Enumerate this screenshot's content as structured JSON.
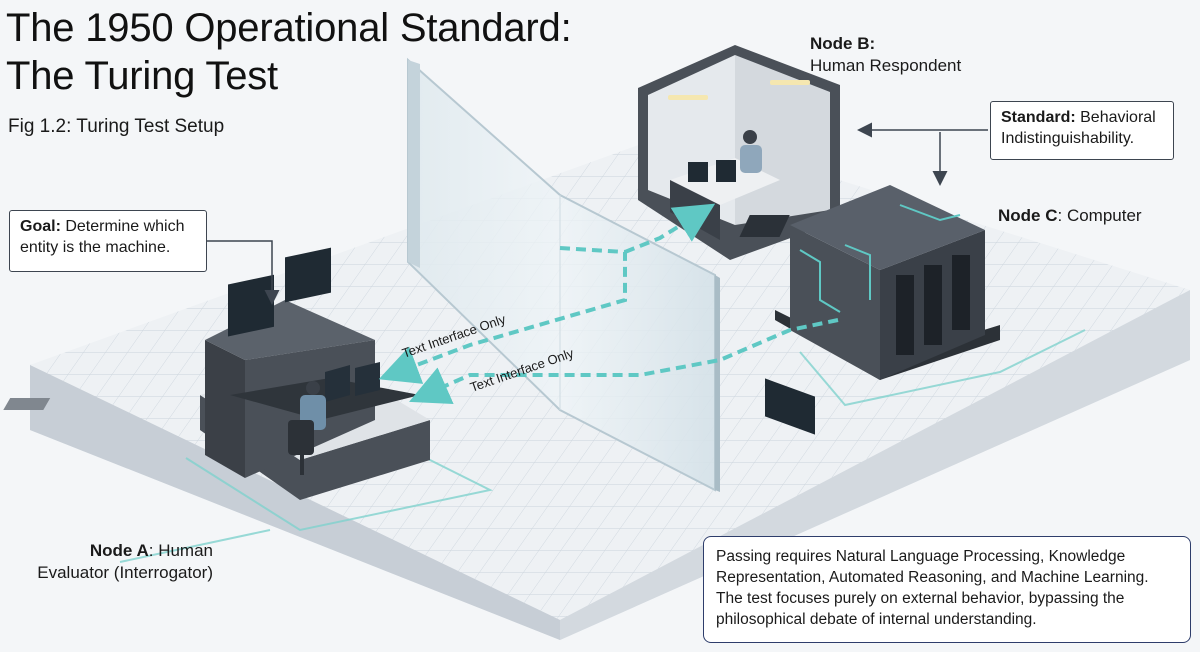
{
  "title_line1": "The 1950 Operational Standard:",
  "title_line2": "The Turing Test",
  "figure_caption": "Fig 1.2: Turing Test Setup",
  "goal": {
    "label": "Goal:",
    "text": " Determine which entity is the machine."
  },
  "standard": {
    "label": "Standard:",
    "text": " Behavioral Indistinguishability."
  },
  "node_a": {
    "label": "Node A",
    "text": ": Human Evaluator (Interrogator)"
  },
  "node_b": {
    "label": "Node B:",
    "text": "Human Respondent"
  },
  "node_c": {
    "label": "Node C",
    "text": ": Computer"
  },
  "interface_label_1": "Text Interface Only",
  "interface_label_2": "Text Interface Only",
  "info_text": "Passing requires Natural Language Processing, Knowledge Representation, Automated Reasoning, and Machine Learning. The test focuses purely on external behavior, bypassing the philosophical debate of internal understanding.",
  "colors": {
    "accent": "#5fc8c4",
    "dark": "#3d4550",
    "info_border": "#2e3d6b"
  }
}
